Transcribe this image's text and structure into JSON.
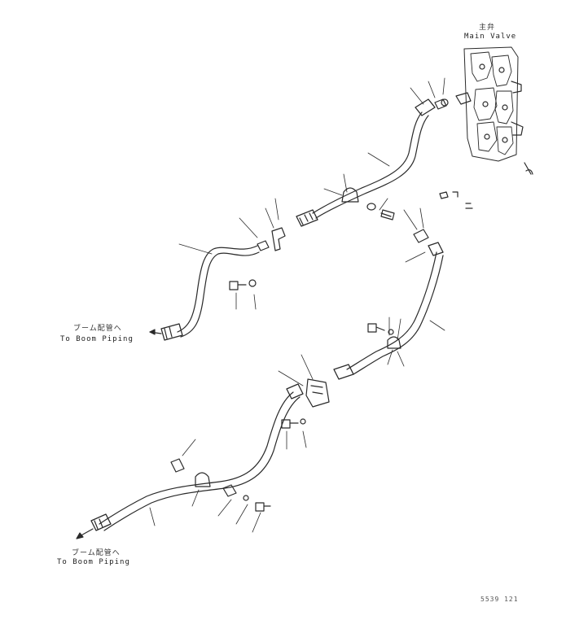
{
  "labels": {
    "main_valve_jp": "主弁",
    "main_valve": "Main Valve",
    "boom_upper_jp": "ブーム配管へ",
    "boom_upper": "To Boom Piping",
    "boom_lower_jp": "ブーム配管へ",
    "boom_lower": "To Boom Piping",
    "drawing_code": "5539 121"
  },
  "colors": {
    "line": "#2a2a2a",
    "paper": "#ffffff"
  }
}
